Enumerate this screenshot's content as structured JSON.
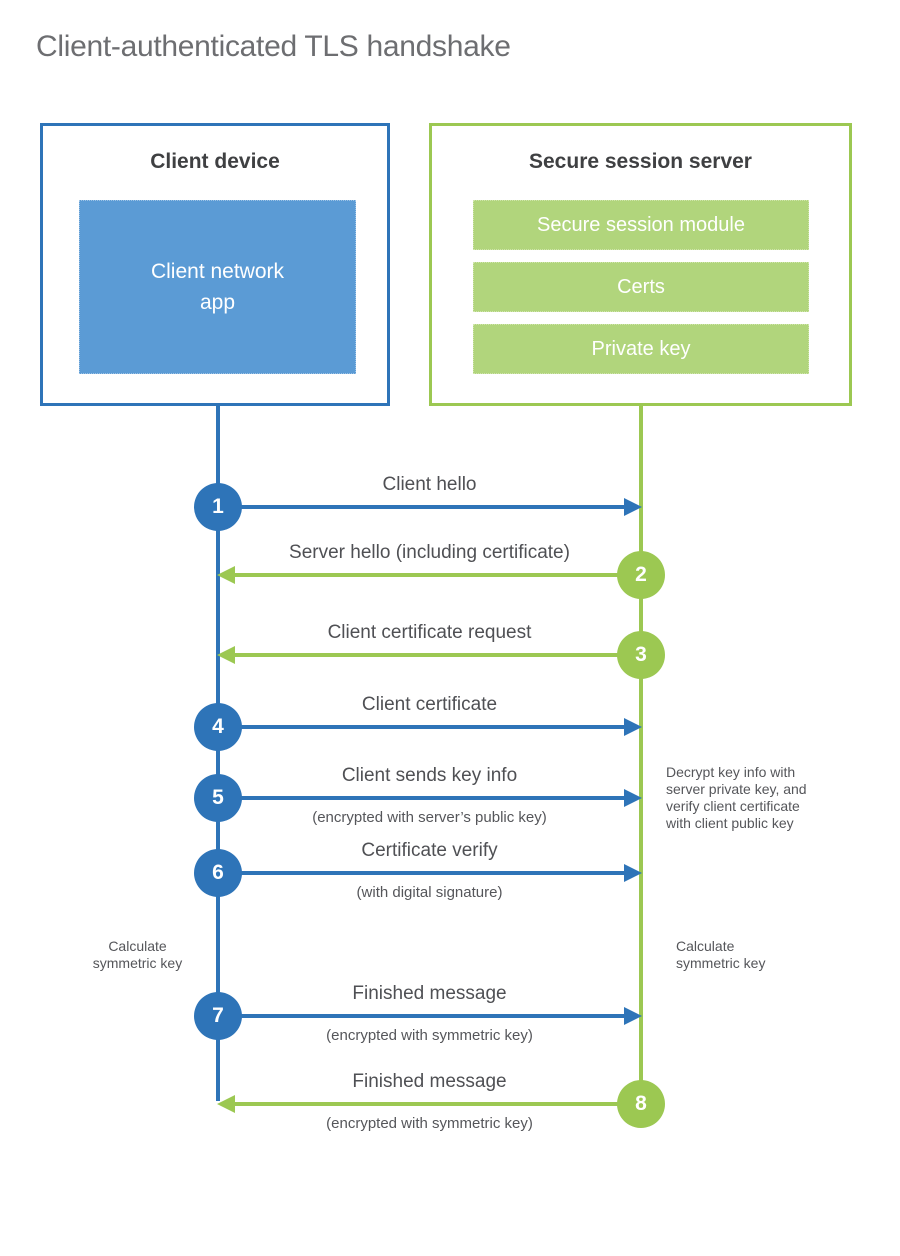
{
  "title": "Client-authenticated TLS handshake",
  "client": {
    "title": "Client device",
    "app_label": "Client network\napp"
  },
  "server": {
    "title": "Secure session server",
    "modules": [
      "Secure session module",
      "Certs",
      "Private key"
    ]
  },
  "steps": [
    {
      "num": "1",
      "label": "Client hello",
      "sub": "",
      "actor": "client",
      "direction": "right"
    },
    {
      "num": "2",
      "label": "Server hello (including certificate)",
      "sub": "",
      "actor": "server",
      "direction": "left"
    },
    {
      "num": "3",
      "label": "Client certificate request",
      "sub": "",
      "actor": "server",
      "direction": "left"
    },
    {
      "num": "4",
      "label": "Client certificate",
      "sub": "",
      "actor": "client",
      "direction": "right"
    },
    {
      "num": "5",
      "label": "Client sends key info",
      "sub": "(encrypted with server’s public key)",
      "actor": "client",
      "direction": "right"
    },
    {
      "num": "6",
      "label": "Certificate verify",
      "sub": "(with digital signature)",
      "actor": "client",
      "direction": "right"
    },
    {
      "num": "7",
      "label": "Finished message",
      "sub": "(encrypted with symmetric key)",
      "actor": "client",
      "direction": "right"
    },
    {
      "num": "8",
      "label": "Finished message",
      "sub": "(encrypted with symmetric key)",
      "actor": "server",
      "direction": "left"
    }
  ],
  "notes": {
    "decrypt": "Decrypt key info with\nserver private key, and\nverify client certificate\nwith client public key",
    "calc_client": "Calculate\nsymmetric key",
    "calc_server": "Calculate\nsymmetric key"
  },
  "colors": {
    "client_blue": "#2e74b8",
    "client_fill": "#5b9bd5",
    "server_green": "#9cc852",
    "server_fill": "#b1d57c"
  }
}
